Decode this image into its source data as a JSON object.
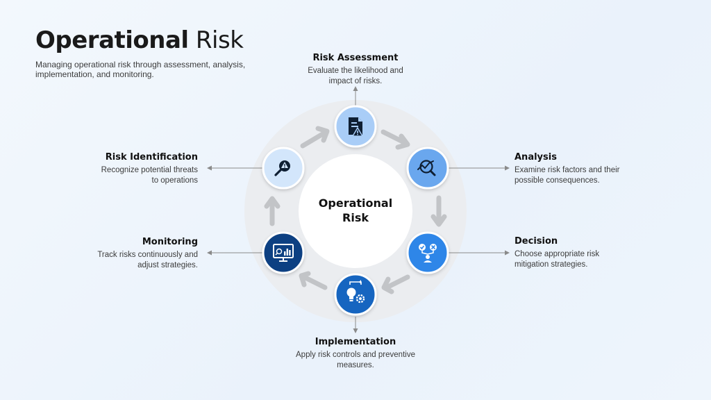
{
  "header": {
    "title_bold": "Operational",
    "title_light": "Risk",
    "subtitle": "Managing operational risk through assessment, analysis, implementation, and monitoring."
  },
  "center": {
    "line1": "Operational",
    "line2": "Risk"
  },
  "steps": [
    {
      "title": "Risk Assessment",
      "description": "Evaluate the likelihood and impact of risks.",
      "icon": "document-warning-icon",
      "color": "#a9cdf7"
    },
    {
      "title": "Analysis",
      "description": "Examine risk factors and their possible consequences.",
      "icon": "chart-magnifier-icon",
      "color": "#6ba7ee"
    },
    {
      "title": "Decision",
      "description": "Choose appropriate risk mitigation strategies.",
      "icon": "decision-person-icon",
      "color": "#2e86e8"
    },
    {
      "title": "Implementation",
      "description": "Apply risk controls and preventive measures.",
      "icon": "lightbulb-gear-icon",
      "color": "#1565c0"
    },
    {
      "title": "Monitoring",
      "description": "Track risks continuously and adjust strategies.",
      "icon": "monitor-chart-icon",
      "color": "#0d3f82"
    },
    {
      "title": "Risk Identification",
      "description": "Recognize potential threats to operations",
      "icon": "search-warning-icon",
      "color": "#d3e6fb"
    }
  ],
  "colors": {
    "ring": "#ebedf0",
    "arrow": "#c2c4c7",
    "connector": "#8a8a8a"
  }
}
